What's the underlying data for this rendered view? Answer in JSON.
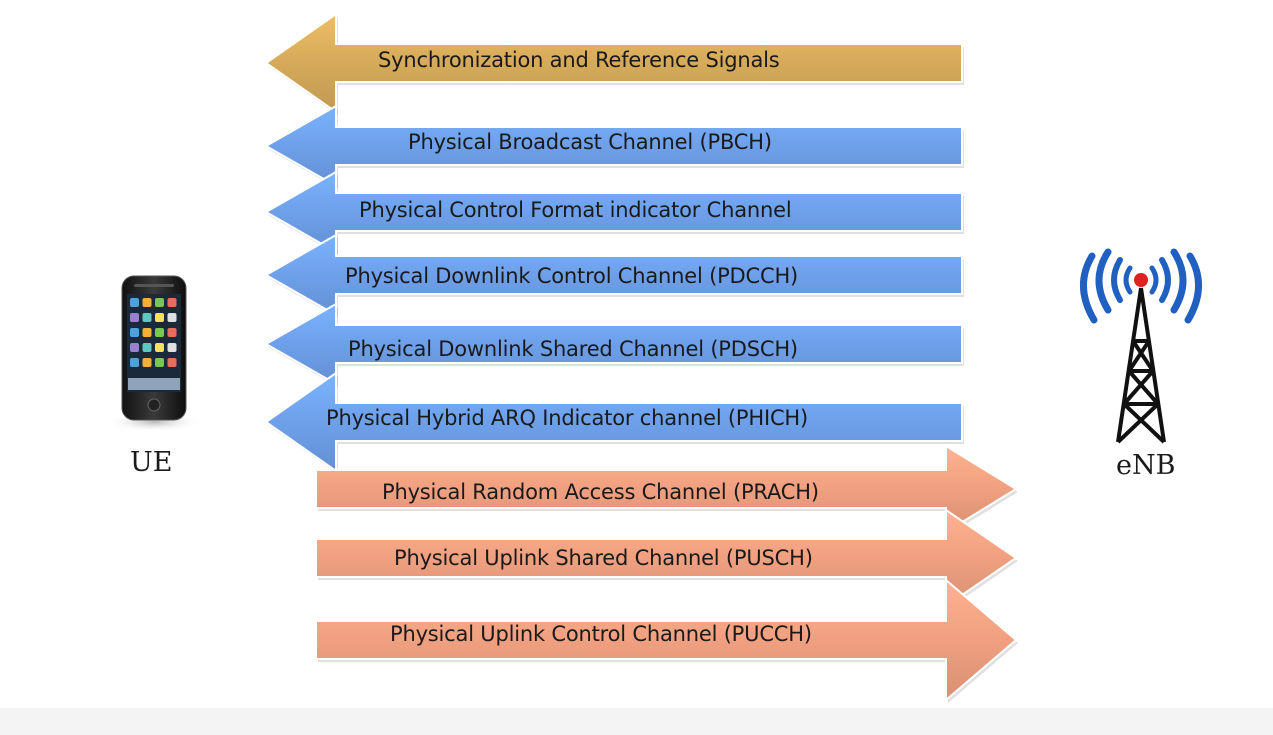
{
  "ue": {
    "label": "UE"
  },
  "enb": {
    "label": "eNB"
  },
  "colors": {
    "sync": "#d5aa5a",
    "downlink": "#6ea0ea",
    "uplink": "#f0a080",
    "tower_wave": "#2060c0",
    "tower_tip": "#dd2222"
  },
  "channels": [
    {
      "label": "Synchronization and Reference Signals",
      "direction": "to-ue",
      "kind": "sync"
    },
    {
      "label": "Physical Broadcast Channel (PBCH)",
      "direction": "to-ue",
      "kind": "downlink"
    },
    {
      "label": "Physical Control Format indicator Channel",
      "direction": "to-ue",
      "kind": "downlink"
    },
    {
      "label": "Physical Downlink Control Channel (PDCCH)",
      "direction": "to-ue",
      "kind": "downlink"
    },
    {
      "label": "Physical Downlink Shared Channel (PDSCH)",
      "direction": "to-ue",
      "kind": "downlink"
    },
    {
      "label": "Physical Hybrid ARQ Indicator channel (PHICH)",
      "direction": "to-ue",
      "kind": "downlink"
    },
    {
      "label": "Physical Random Access Channel (PRACH)",
      "direction": "to-enb",
      "kind": "uplink"
    },
    {
      "label": "Physical Uplink Shared Channel (PUSCH)",
      "direction": "to-enb",
      "kind": "uplink"
    },
    {
      "label": "Physical Uplink Control Channel (PUCCH)",
      "direction": "to-enb",
      "kind": "uplink"
    }
  ]
}
